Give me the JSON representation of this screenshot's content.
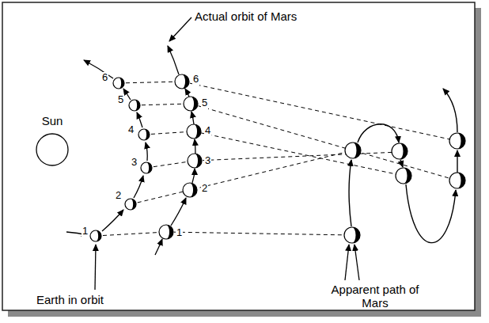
{
  "diagram": {
    "nodes": [
      {
        "text": [
          "Sun"
        ]
      }
    ],
    "labels": [
      "Actual orbit of Mars",
      "6",
      "6",
      "5",
      "5",
      "4",
      "4",
      "3",
      "3",
      "2",
      "2",
      "1",
      "1",
      "Earth in orbit",
      "Apparent path of Mars"
    ]
  }
}
